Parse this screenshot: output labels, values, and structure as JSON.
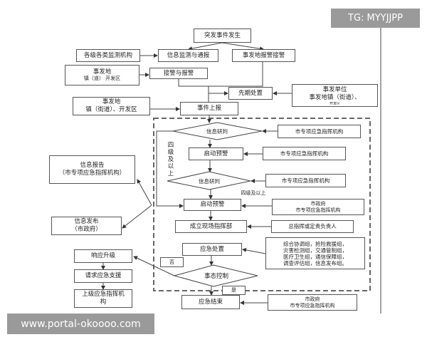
{
  "watermarks": {
    "top_right": "TG: MYYJJPP",
    "bottom_left": "www.portal-okoooo.com"
  },
  "nodes": {
    "event": "突发事件发生",
    "monitor_orgs": "各级各类监测机构",
    "info_monitor": "信息监测与通报",
    "alarm_site": "事发地报警接警",
    "site_town1_a": "事发地",
    "site_town1_b": "镇（道） 开发区",
    "receive_alarm": "接警与报警",
    "initial": "先期处置",
    "unit_a": "事发单位",
    "unit_b": "事发地镇（街道）、",
    "unit_c": "开发区",
    "site_town2_a": "事发地",
    "site_town2_b": "镇（街道）、开发区",
    "report": "事件上报",
    "judge1": "信息研判",
    "org1": "市专项应急指挥机构",
    "warn1": "启动预警",
    "org2": "市专项应急指挥机构",
    "level_vertical": "四级及以上",
    "judge2": "信息研判",
    "org3": "市专项应急指挥机构",
    "level_below": "四级及以上",
    "warn2": "启动预警",
    "gov1_a": "市政府",
    "gov1_b": "市专项应急指挥机构",
    "info_report_a": "信息报告",
    "info_report_b": "（市专项应急指挥机构）",
    "info_release_a": "信息发布",
    "info_release_b": "（市政府）",
    "hq": "成立现场指挥部",
    "commander": "总指挥或定责负责人",
    "groups": [
      "综合协调组，抢险救援组，",
      "灾害检测组，交通管制组，",
      "医疗卫生组，通信保障组，",
      "调查评估组，信息发布组。"
    ],
    "response": "应急处置",
    "no": "否",
    "control": "事态控制",
    "yes": "是",
    "end": "应急结束",
    "gov2_a": "市政府",
    "gov2_b": "市专项应急指挥机构",
    "upgrade": "响应升级",
    "support": "请求应急支援",
    "superior": "上级应急指挥机构"
  }
}
